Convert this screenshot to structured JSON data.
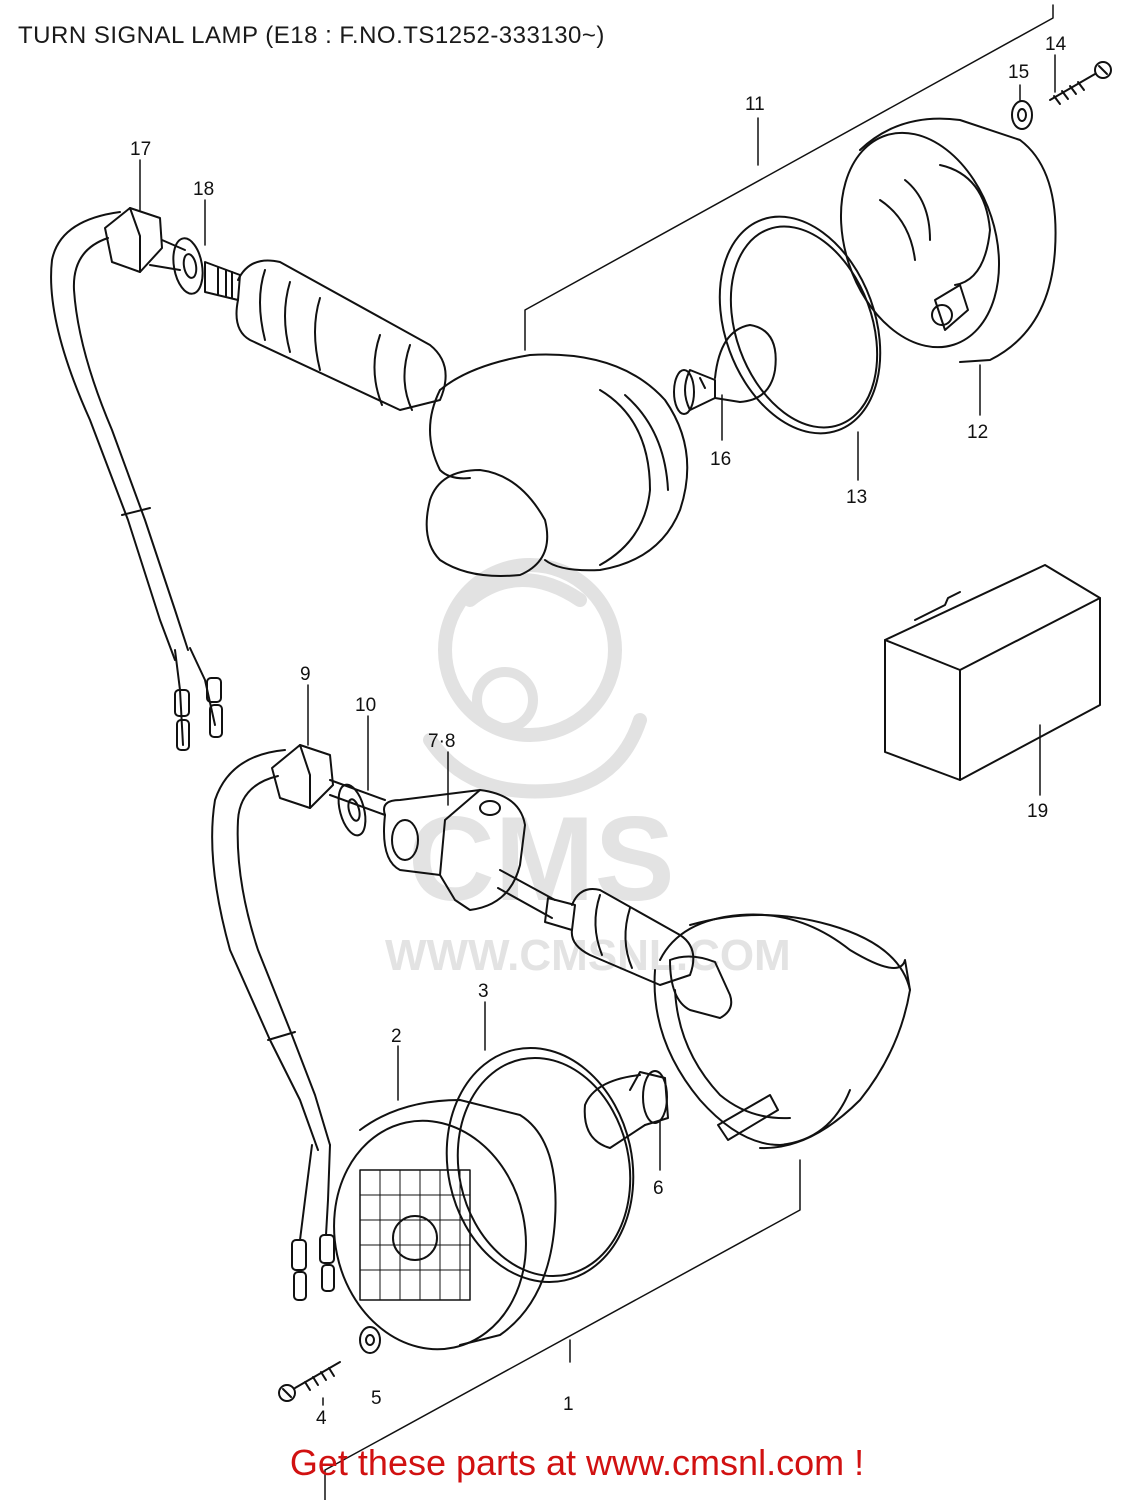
{
  "diagram": {
    "title": "TURN SIGNAL LAMP (E18 : F.NO.TS1252-333130~)",
    "callouts": {
      "c1": "1",
      "c2": "2",
      "c3": "3",
      "c4": "4",
      "c5": "5",
      "c6": "6",
      "c7_8": "7·8",
      "c9": "9",
      "c10": "10",
      "c11": "11",
      "c12": "12",
      "c13": "13",
      "c14": "14",
      "c15": "15",
      "c16": "16",
      "c17": "17",
      "c18": "18",
      "c19": "19"
    },
    "watermark": {
      "brand": "CMS",
      "url": "WWW.CMSNL.COM"
    },
    "footer_text": "Get these parts at www.cmsnl.com !",
    "colors": {
      "line": "#111111",
      "watermark": "#e3e3e3",
      "footer": "#d11111"
    }
  }
}
